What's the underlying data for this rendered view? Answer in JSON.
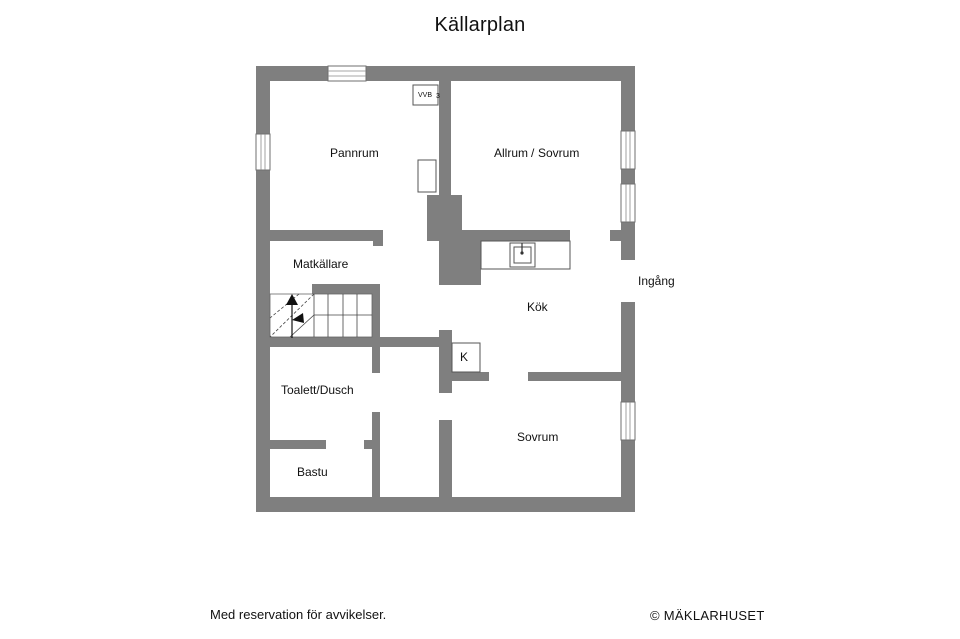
{
  "title": "Källarplan",
  "rooms": {
    "pannrum": "Pannrum",
    "allrum": "Allrum",
    "allrum_sep": "/",
    "sovrum_upper": "Sovrum",
    "matkallare": "Matkällare",
    "kok": "Kök",
    "ingang": "Ingång",
    "toalett": "Toalett/Dusch",
    "sovrum_lower": "Sovrum",
    "bastu": "Bastu"
  },
  "fixtures": {
    "vvb": "VVB",
    "vvb_mark": "3",
    "k": "K"
  },
  "footer": {
    "disclaimer": "Med reservation för avvikelser.",
    "copyright": "© MÄKLARHUSET"
  },
  "colors": {
    "wall": "#7f7f7f",
    "background": "#ffffff",
    "text": "#111111"
  }
}
